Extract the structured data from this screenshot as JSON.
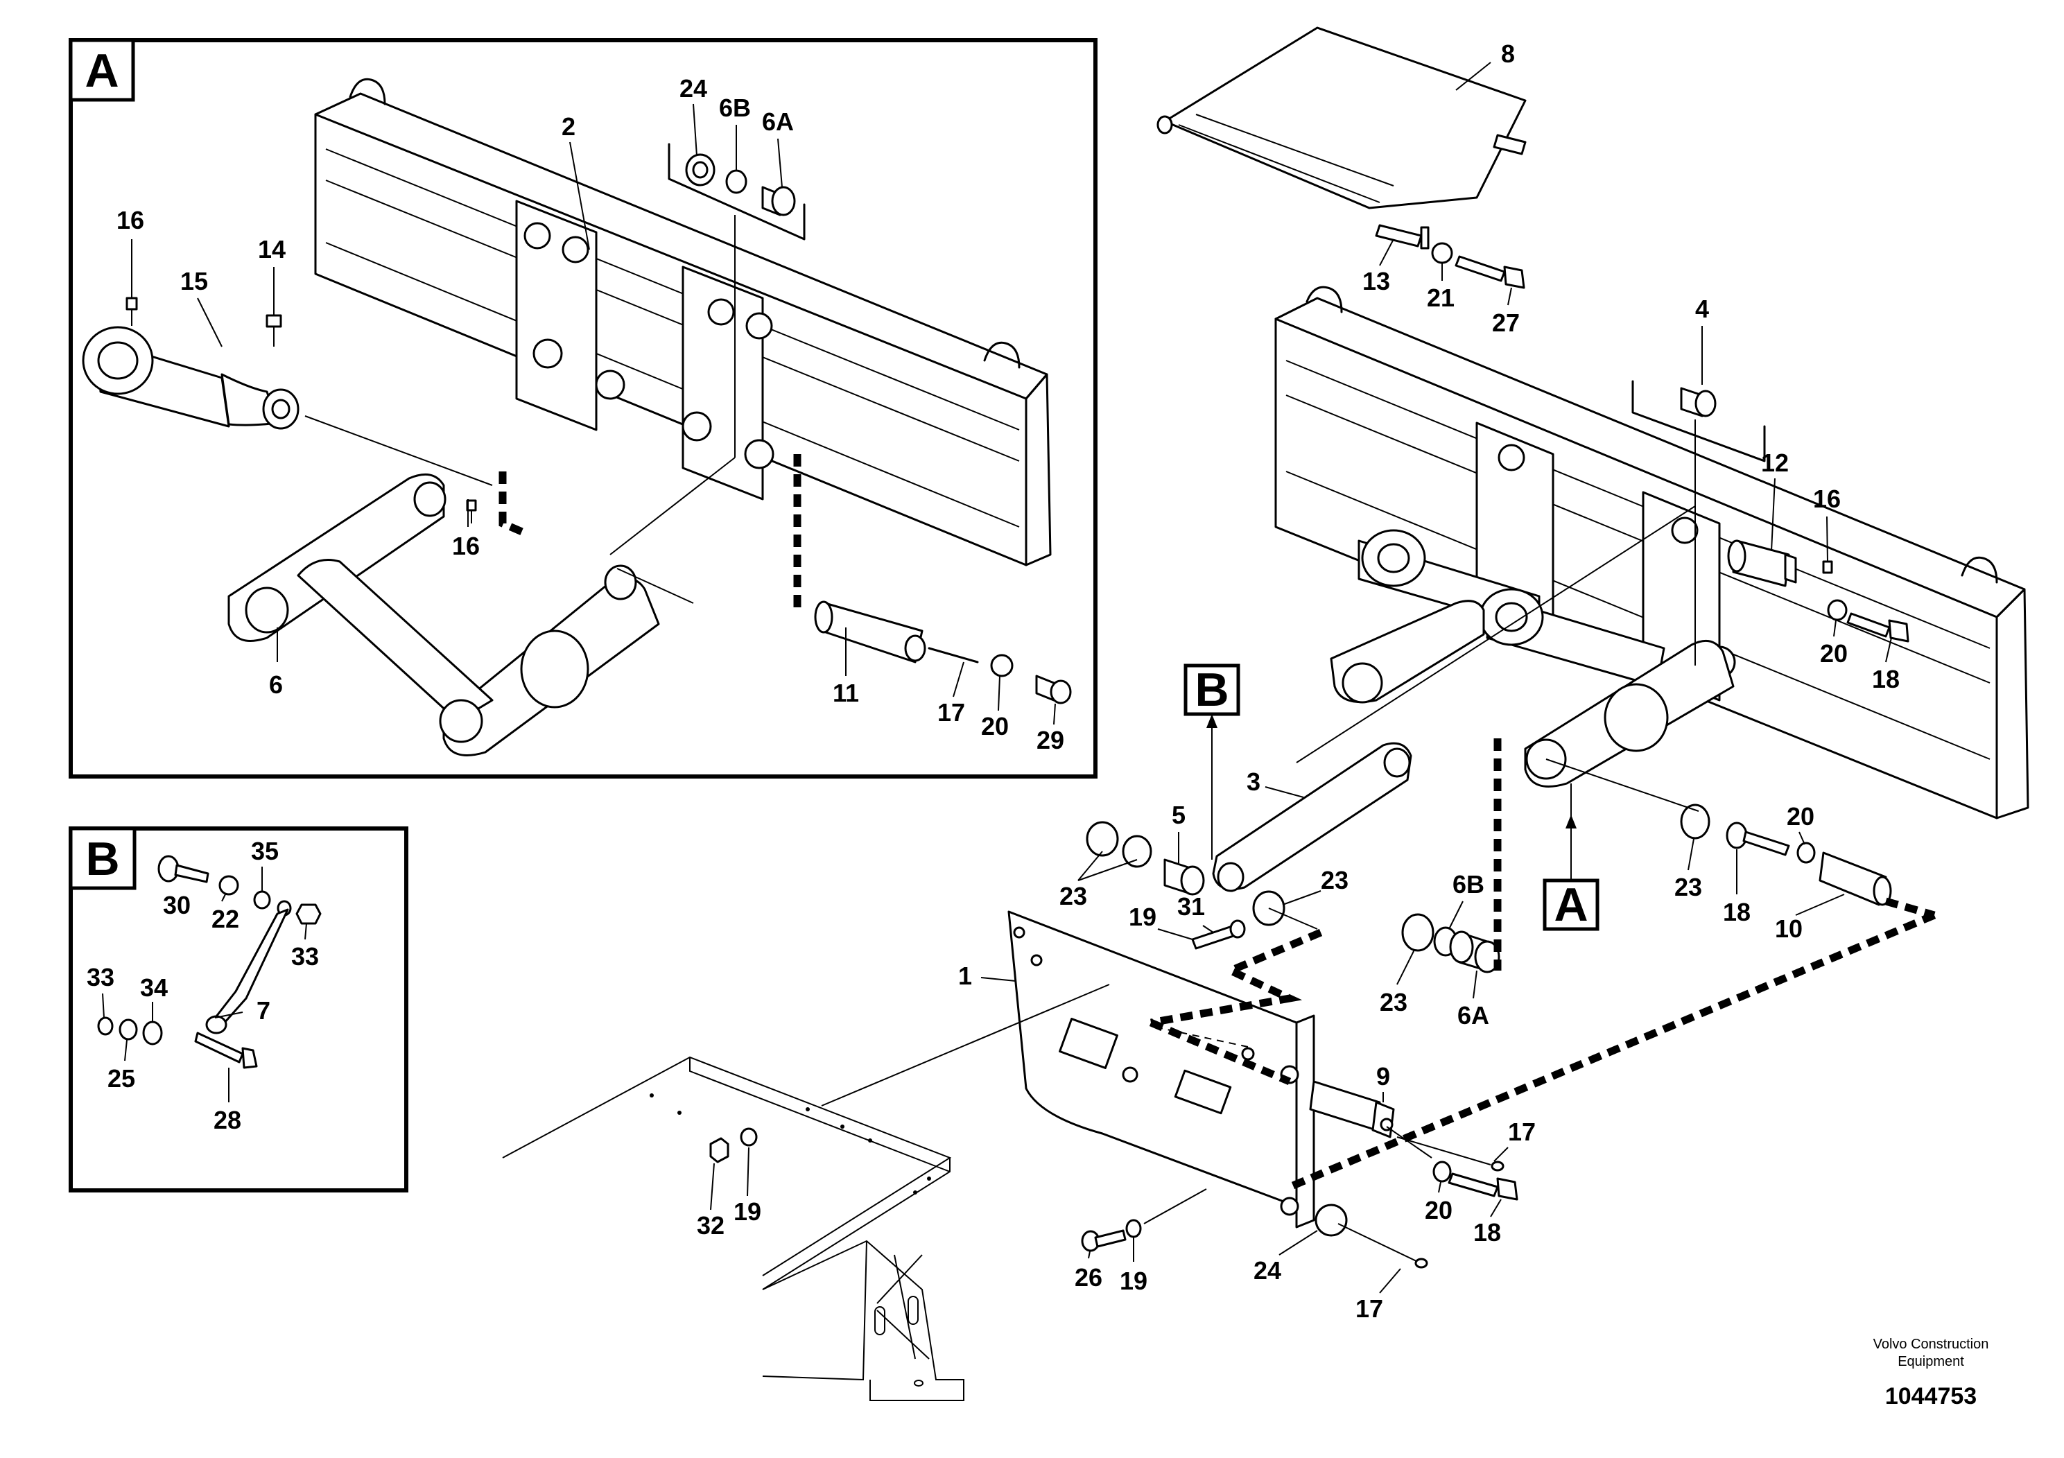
{
  "panels": {
    "a": {
      "letter": "A"
    },
    "b": {
      "letter": "B"
    }
  },
  "markers": {
    "a": "A",
    "b": "B"
  },
  "callouts": {
    "p1": "1",
    "p2": "2",
    "p3": "3",
    "p4": "4",
    "p5": "5",
    "p6": "6",
    "p6a_top": "6A",
    "p6b_top": "6B",
    "p6a": "6A",
    "p6b": "6B",
    "p7": "7",
    "p8": "8",
    "p9": "9",
    "p10": "10",
    "p11": "11",
    "p12": "12",
    "p13": "13",
    "p14": "14",
    "p15": "15",
    "p16a": "16",
    "p16b": "16",
    "p16c": "16",
    "p17a": "17",
    "p17b": "17",
    "p17c": "17",
    "p18a": "18",
    "p18b": "18",
    "p18c": "18",
    "p19a": "19",
    "p19b": "19",
    "p19c": "19",
    "p20a": "20",
    "p20b": "20",
    "p20c": "20",
    "p20d": "20",
    "p21": "21",
    "p22": "22",
    "p23a": "23",
    "p23b": "23",
    "p23c": "23",
    "p23d": "23",
    "p24a": "24",
    "p24b": "24",
    "p25": "25",
    "p26": "26",
    "p27": "27",
    "p28": "28",
    "p29": "29",
    "p30": "30",
    "p31": "31",
    "p32": "32",
    "p33a": "33",
    "p33b": "33",
    "p34": "34",
    "p35": "35"
  },
  "footer": {
    "company_line1": "Volvo Construction",
    "company_line2": "Equipment",
    "drawing_number": "1044753"
  }
}
